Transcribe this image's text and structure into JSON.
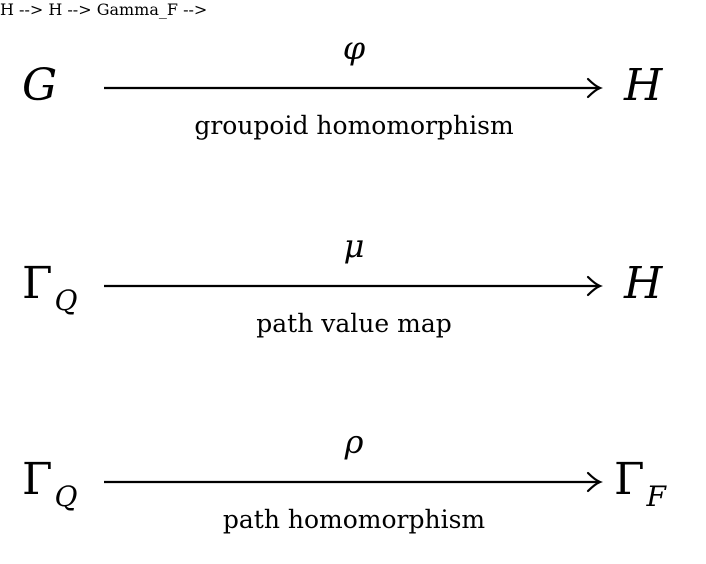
{
  "rows": [
    {
      "source": {
        "symbol": "G",
        "subscript": ""
      },
      "target": {
        "symbol": "H",
        "subscript": ""
      },
      "arrow_label": "φ",
      "caption": "groupoid homomorphism"
    },
    {
      "source": {
        "symbol": "Γ",
        "subscript": "Q"
      },
      "target": {
        "symbol": "H",
        "subscript": ""
      },
      "arrow_label": "μ",
      "caption": "path value map"
    },
    {
      "source": {
        "symbol": "Γ",
        "subscript": "Q"
      },
      "target": {
        "symbol": "Γ",
        "subscript": "F"
      },
      "arrow_label": "ρ",
      "caption": "path homomorphism"
    }
  ],
  "colors": {
    "ink": "#000000",
    "background": "#ffffff"
  }
}
